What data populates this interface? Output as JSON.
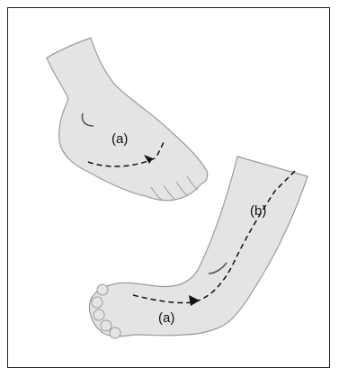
{
  "labels": {
    "upper_foot": "(a)",
    "lower_foot_sole": "(a)",
    "lower_leg": "(b)"
  },
  "colors": {
    "skin": "#e4e4e4",
    "outline": "#9a9a9a",
    "path_line": "#111111",
    "border": "#222222"
  }
}
